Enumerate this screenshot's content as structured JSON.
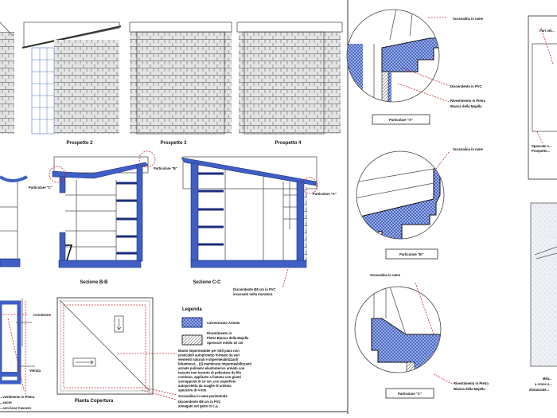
{
  "elevations": {
    "p2": "Prospetto 2",
    "p3": "Prospetto 3",
    "p4": "Prospetto 4"
  },
  "sections": {
    "bb": "Sezione B-B",
    "cc": "Sezione C-C",
    "part_a": "Particolare \"A\"",
    "part_b": "Particolare \"B\"",
    "part_c": "Particolare \"C\"",
    "downpipe_note_1": "Discendente Ø8 cm in PVC",
    "downpipe_note_2": "incassato nella muratura"
  },
  "plan": {
    "cornice": "Cornicione",
    "vetrata": "Vetrata",
    "notes_1": "...vestimento in Pietra",
    "notes_2": "...ssore",
    "notes_3": "...con lisce Cassero"
  },
  "roof_plan": {
    "title": "Pianta Copertura"
  },
  "legend": {
    "title": "Legenda",
    "items": [
      {
        "label": "Calcestruzzo Armato",
        "color": "#3f5fc4"
      },
      {
        "label_1": "Rivestimento in",
        "label_2": "Pietra Bianca della Majella",
        "label_3": "Spessore medio 10 cm",
        "color": "#b9c6e6"
      }
    ]
  },
  "notes": {
    "waterproofing": [
      "Manto impermeabile per tetti piani non",
      "praticabili autoprotetto formato da vari",
      "elementi naturali e impermeabilizzanti",
      "bituminosi... (3) membrane impermeabilizzanti",
      "armate polimero elastomerico armato con",
      "tessuto non tessuto di poliestere da filo",
      "continuo, applicato a fiamma con giunti",
      "sovrapposti di 10 cm, con superficie",
      "autoprotetta da scaglie di ardesia",
      "spessore di 4 mm"
    ],
    "flashing": "Scossalina in rame perimetrale",
    "downpipe_1": "Discendente Ø8 cm in PVC",
    "downpipe_2": "annegato nel getto in c.a."
  },
  "details": {
    "a": {
      "title": "Particolare \"A\"",
      "flashing": "Scossalina in rame",
      "pipe": "Discendente in PVC",
      "cladding_1": "Rivestimento in Pietra",
      "cladding_2": "Bianca della Majella"
    },
    "b": {
      "title": "Particolare \"B\"",
      "flashing": "Scossalina in rame"
    },
    "c": {
      "title": "Particolare \"C\"",
      "flashing": "Scossalina in rame",
      "cladding_1": "Rivestimento in Pietra",
      "cladding_2": "Bianca della Majella"
    }
  },
  "side": {
    "top_label": "Fori nel...",
    "bottom_label_1": "Spaccato s...",
    "bottom_label_2": "Prospetto...",
    "stone_1": "Mila...",
    "stone_2": "a croce o...",
    "stone_3": "distanziate..."
  },
  "colors": {
    "concrete": "#3f5fc4",
    "annotation": "#c23"
  }
}
